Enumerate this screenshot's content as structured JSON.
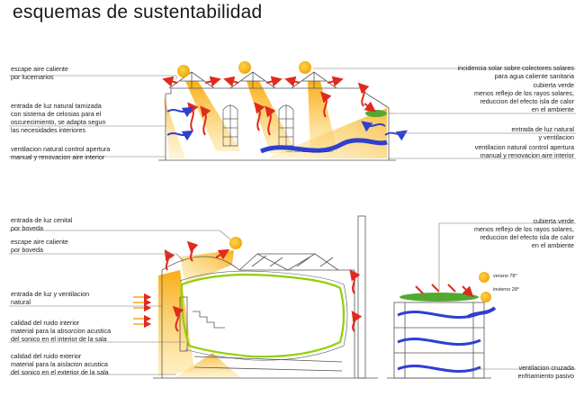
{
  "title": "esquemas de sustentabilidad",
  "colors": {
    "sun": "#f5b50f",
    "light_ray": "#f6b318",
    "hot_air": "#e02a1e",
    "ventilation": "#2f3fd0",
    "green_roof": "#53a832",
    "green_outline": "#8fd000",
    "building_line": "#555555",
    "leader_line": "#666666"
  },
  "top_section": {
    "labels": {
      "hot_air_escape": "escape aire caliente\npor lucernarios",
      "filtered_light": "entrada de luz natural tamizada\ncon sistema de celosias para el\noscurecimiento, se adapta segun\nlas necesidades interiores",
      "natural_ventilation": "ventilacion natural control apertura\nmanual y renovacion aire interior",
      "solar_incidence": "incidencia solar sobre colectores solares\npara agua caliente sanitaria",
      "green_roof": "cubierta verde\nmenos reflejo de los rayos solares,\nreduccion del efecto isla de calor\nen el ambiente",
      "light_and_ventilation": "entrada de luz natural\ny ventilacion",
      "ventilation_control": "ventilacion natural control apertura\nmanual y renovacion aire interior",
      "floor_note": "----  ----  --------  --- ------"
    },
    "icons": [
      "sun-icon",
      "hot-air-arrow-icon",
      "ventilation-wave-icon",
      "green-roof-icon"
    ]
  },
  "bottom_section": {
    "labels": {
      "vault_light": "entrada de luz cenital\npor boveda",
      "vault_hot_air": "escape aire caliente\npor boveda",
      "light_ventilation": "entrada de luz y ventilacion\nnatural",
      "interior_noise_pre": "calidad del ruido interior\nmaterial para la ",
      "interior_noise_em": "absorcion",
      "interior_noise_post": " acustica\ndel sonico en el interior de la sala",
      "exterior_noise_pre": "calidad del ruido exterior\nmaterial para la ",
      "exterior_noise_em": "aislacion",
      "exterior_noise_post": " acustica\ndel sonico en el exterior de la sala",
      "green_roof": "cubierta verde\nmenos reflejo de los rayos solares,\nreduccion del efecto isla de calor\nen el ambiente",
      "summer": "verano 78°",
      "winter": "invierno 28°",
      "cross_ventilation": "ventilacion cruzada\nenfriamiento pasivo"
    }
  }
}
